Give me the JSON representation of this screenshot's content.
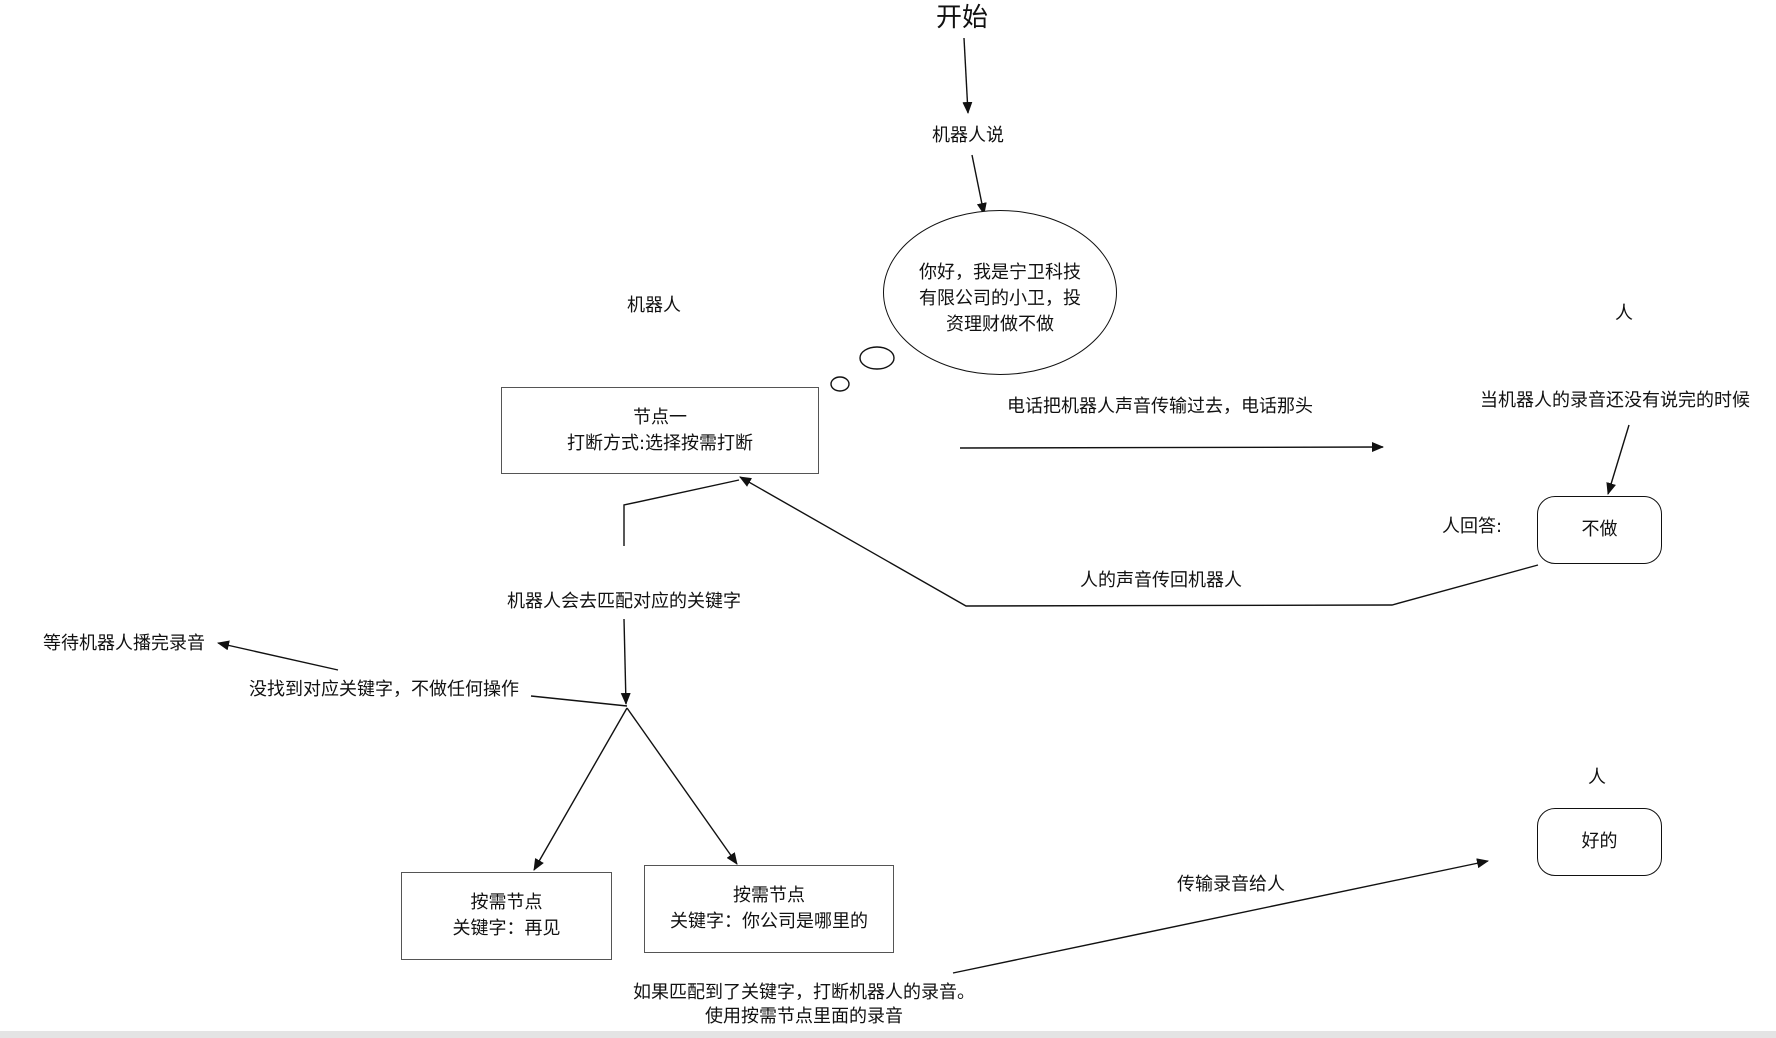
{
  "diagram": {
    "start": "开始",
    "robot_says": "机器人说",
    "speech_bubble": [
      "你好，我是宁卫科技",
      "有限公司的小卫，投",
      "资理财做不做"
    ],
    "robot_section": "机器人",
    "human_section_top": "人",
    "human_section_bottom": "人",
    "node1": {
      "title": "节点一",
      "detail": "打断方式:选择按需打断"
    },
    "phone_transmit": "电话把机器人声音传输过去，电话那头",
    "when_not_finished": "当机器人的录音还没有说完的时候",
    "human_answer_label": "人回答:",
    "human_reply_1": "不做",
    "human_voice_back": "人的声音传回机器人",
    "match_keyword": "机器人会去匹配对应的关键字",
    "wait_finish": "等待机器人播完录音",
    "no_keyword": "没找到对应关键字，不做任何操作",
    "node_goodbye": {
      "title": "按需节点",
      "detail": "关键字：再见"
    },
    "node_company": {
      "title": "按需节点",
      "detail": "关键字：你公司是哪里的"
    },
    "transmit_recording": "传输录音给人",
    "human_reply_2": "好的",
    "if_matched": [
      "如果匹配到了关键字，打断机器人的录音。",
      "使用按需节点里面的录音"
    ]
  }
}
